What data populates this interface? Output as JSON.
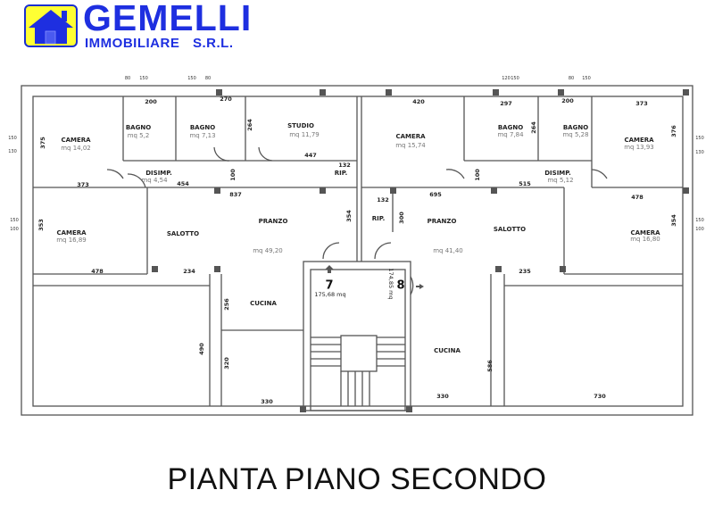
{
  "logo": {
    "name": "GEMELLI",
    "subtitle": "IMMOBILIARE S.R.L."
  },
  "title": "PIANTA PIANO SECONDO",
  "rooms": [
    {
      "name": "CAMERA",
      "area": "mq 14,02"
    },
    {
      "name": "BAGNO",
      "area": "mq 5,2"
    },
    {
      "name": "BAGNO",
      "area": "mq 7,13"
    },
    {
      "name": "STUDIO",
      "area": "mq 11,79"
    },
    {
      "name": "DISIMP.",
      "area": "mq 4,54"
    },
    {
      "name": "CAMERA",
      "area": "mq 16,89"
    },
    {
      "name": "SALOTTO"
    },
    {
      "name": "PRANZO",
      "area": "mq 49,20"
    },
    {
      "name": "RIP."
    },
    {
      "name": "CUCINA"
    },
    {
      "name": "CAMERA",
      "area": "mq 15,74"
    },
    {
      "name": "BAGNO",
      "area": "mq 7,84"
    },
    {
      "name": "BAGNO",
      "area": "mq 5,28"
    },
    {
      "name": "CAMERA",
      "area": "mq 13,93"
    },
    {
      "name": "DISIMP.",
      "area": "mq 5,12"
    },
    {
      "name": "RIP."
    },
    {
      "name": "PRANZO",
      "area": "mq 41,40"
    },
    {
      "name": "SALOTTO"
    },
    {
      "name": "CAMERA",
      "area": "mq 16,80"
    },
    {
      "name": "CUCINA"
    }
  ],
  "units": [
    {
      "number": "7",
      "area": "175,68 mq"
    },
    {
      "number": "8",
      "area": "174,85 mq"
    }
  ],
  "dimensions": [
    "200",
    "270",
    "264",
    "447",
    "132",
    "375",
    "373",
    "454",
    "100",
    "837",
    "353",
    "354",
    "478",
    "234",
    "256",
    "490",
    "320",
    "330",
    "420",
    "297",
    "200",
    "373",
    "376",
    "264",
    "100",
    "515",
    "695",
    "132",
    "300",
    "478",
    "354",
    "235",
    "586",
    "330",
    "730"
  ],
  "window_dims": [
    "80",
    "150",
    "150",
    "80",
    "150",
    "130",
    "150",
    "100",
    "120",
    "150",
    "80",
    "150",
    "150",
    "130",
    "150",
    "100"
  ]
}
